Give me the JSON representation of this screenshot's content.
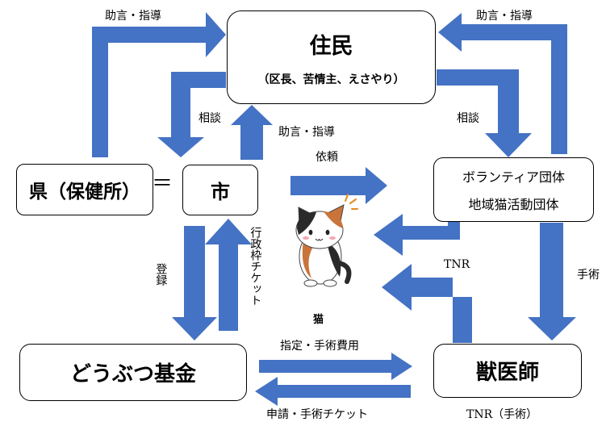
{
  "colors": {
    "arrow": "#4472C4",
    "box_border": "#000000",
    "background": "#ffffff"
  },
  "nodes": {
    "residents": {
      "title": "住民",
      "subtitle": "（区長、苦情主、えさやり）"
    },
    "prefecture": {
      "title": "県（保健所）"
    },
    "equals": "＝",
    "city": {
      "title": "市"
    },
    "volunteer": {
      "line1": "ボランティア団体",
      "line2": "地域猫活動団体"
    },
    "fund": {
      "title": "どうぶつ基金"
    },
    "vet": {
      "title": "獣医師"
    },
    "cat": {
      "caption": "猫",
      "icon": "calico-cat-illustration"
    }
  },
  "edge_labels": {
    "pref_to_residents": "助言・指導",
    "volunteer_to_residents": "助言・指導",
    "residents_to_pref": "相談",
    "city_to_residents": "助言・指導",
    "residents_to_volunteer": "相談",
    "city_to_volunteer": "依頼",
    "fund_to_city": "行政枠チケット",
    "city_to_fund": "登録",
    "vet_to_cat": "TNR",
    "volunteer_to_vet": "手術",
    "fund_to_vet": "指定・手術費用",
    "vet_to_fund": "申請・手術チケット",
    "vet_bottom": "TNR（手術）"
  }
}
